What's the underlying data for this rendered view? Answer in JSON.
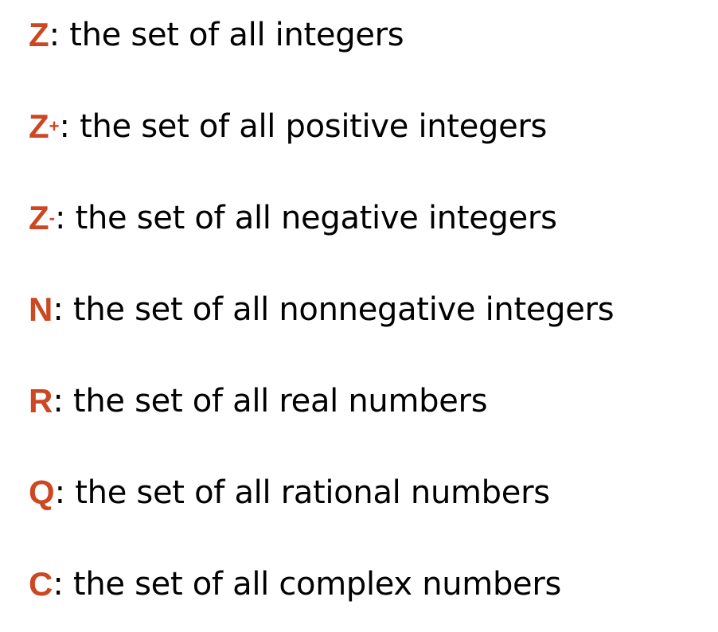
{
  "accent_color": "#cc4722",
  "items": [
    {
      "symbol": "Z",
      "sup": "",
      "description": ": the set of all integers"
    },
    {
      "symbol": "Z",
      "sup": "+",
      "description": ": the set of all positive integers"
    },
    {
      "symbol": "Z",
      "sup": "-",
      "description": ": the set of all negative integers"
    },
    {
      "symbol": "N",
      "sup": "",
      "description": ": the set of all nonnegative integers"
    },
    {
      "symbol": "R",
      "sup": "",
      "description": ": the set of all real numbers"
    },
    {
      "symbol": "Q",
      "sup": "",
      "description": ": the set of all rational numbers"
    },
    {
      "symbol": "C",
      "sup": "",
      "description": ": the set of all complex numbers"
    }
  ]
}
